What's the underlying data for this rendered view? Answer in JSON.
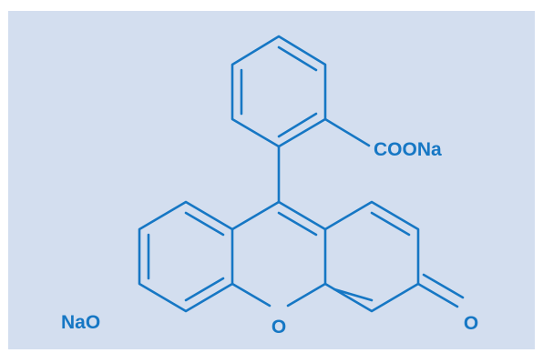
{
  "structure": {
    "carboxylate_label": "COONa",
    "phenoxide_label": "NaO",
    "ring_oxygen_label": "O",
    "carbonyl_oxygen_label": "O",
    "colors": {
      "background": "#d3deef",
      "bond": "#1677c4",
      "text": "#1677c4"
    }
  }
}
